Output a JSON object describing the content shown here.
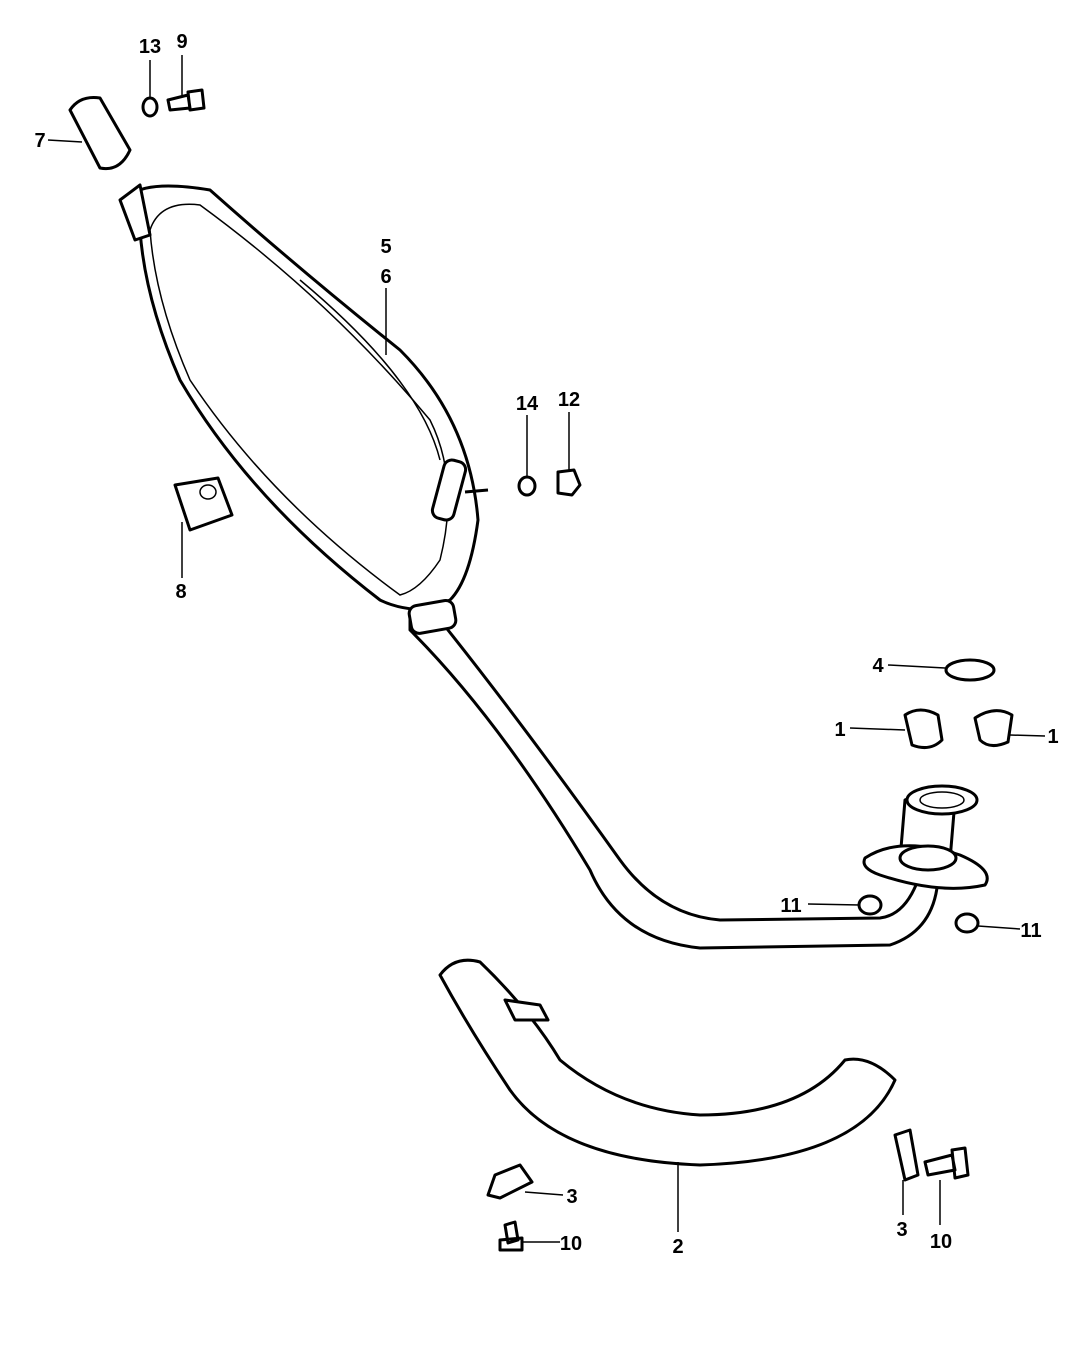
{
  "diagram": {
    "type": "exploded parts diagram",
    "callouts": {
      "c13": "13",
      "c9": "9",
      "c7": "7",
      "c5": "5",
      "c6": "6",
      "c14": "14",
      "c12": "12",
      "c8": "8",
      "c4": "4",
      "c1a": "1",
      "c1b": "1",
      "c11a": "11",
      "c11b": "11",
      "c3a": "3",
      "c10a": "10",
      "c2": "2",
      "c3b": "3",
      "c10b": "10"
    }
  }
}
